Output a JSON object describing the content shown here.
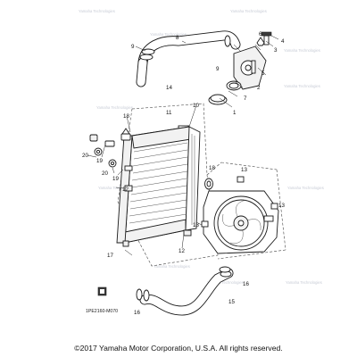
{
  "diagram": {
    "callouts": [
      "1",
      "2",
      "3",
      "4",
      "5",
      "6",
      "7",
      "8",
      "9",
      "9",
      "10",
      "11",
      "12",
      "12",
      "13",
      "13",
      "13",
      "14",
      "15",
      "16",
      "16",
      "17",
      "18",
      "18",
      "19",
      "19",
      "20",
      "20"
    ],
    "watermark": "Yamaha Technologies",
    "drawing_code": "1PE2160-M070"
  },
  "footer": {
    "copyright": "©2017 Yamaha Motor Corporation, U.S.A. All rights reserved."
  }
}
